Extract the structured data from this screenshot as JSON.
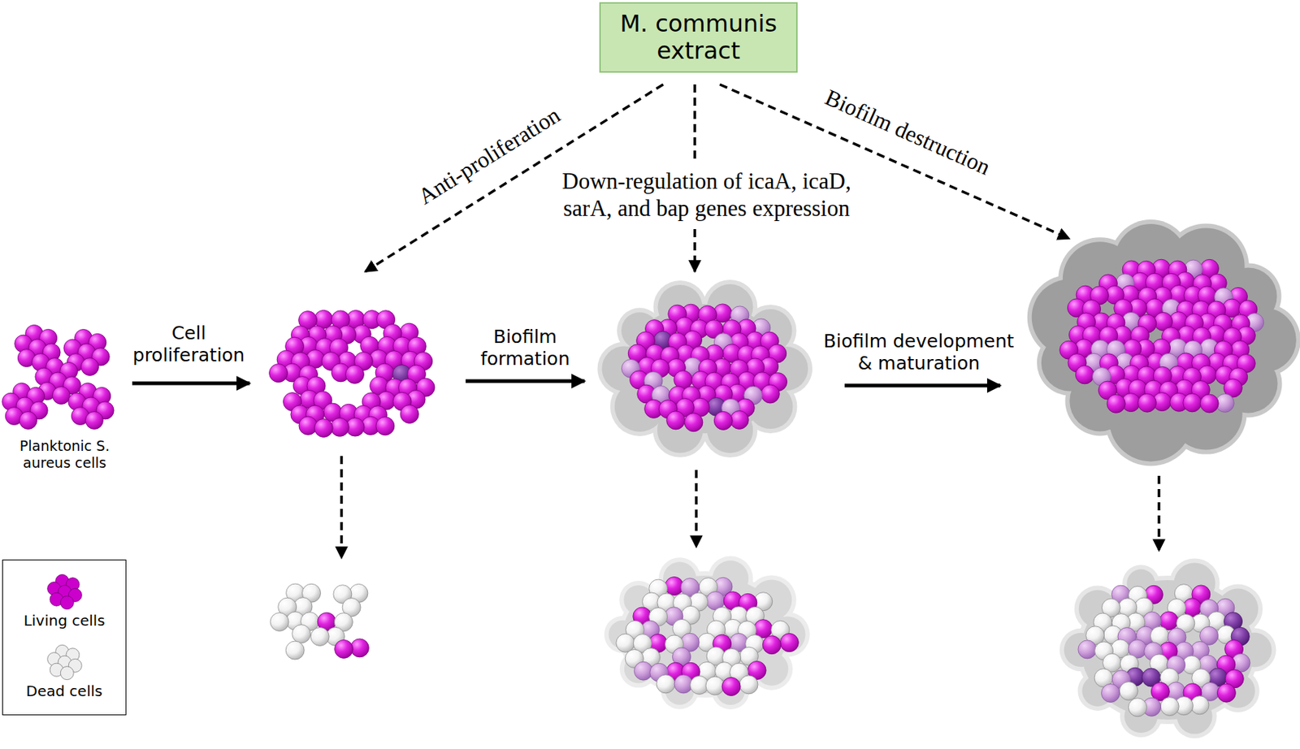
{
  "diagram": {
    "nodes": [
      {
        "text": [
          "M. communis extract"
        ]
      }
    ],
    "labels": [
      "Anti-proliferation",
      "Down-regulation of icaA, icaD, sarA, and bap genes expression",
      "Biofilm destruction",
      "Cell proliferation",
      "Biofilm formation",
      "Biofilm development & maturation",
      "Planktonic S. aureus cells"
    ],
    "legend": [
      {
        "text": "Living cells",
        "color": "#cc00cc"
      },
      {
        "text": "Dead cells",
        "color": "#eeeeee"
      }
    ]
  }
}
